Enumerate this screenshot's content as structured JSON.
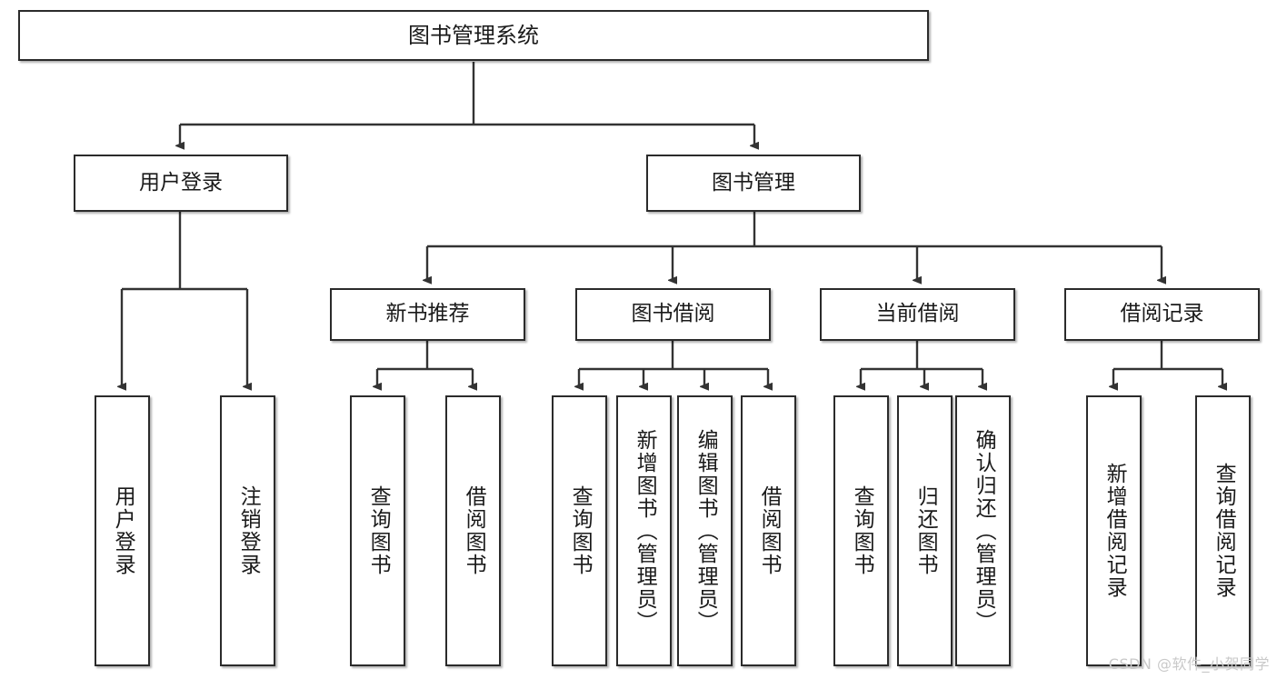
{
  "diagram": {
    "title": "图书管理系统",
    "type": "tree-hierarchy-diagram",
    "watermark": "CSDN @软件_小贺同学",
    "colors": {
      "box_border": "#2b2b2b",
      "box_fill": "#ffffff",
      "connector": "#333333",
      "text": "#1a1a1a",
      "watermark": "#c9c9c9",
      "background": "#ffffff"
    },
    "root": {
      "label": "图书管理系统"
    },
    "level1": [
      {
        "label": "用户登录"
      },
      {
        "label": "图书管理"
      }
    ],
    "level2": [
      {
        "label": "新书推荐"
      },
      {
        "label": "图书借阅"
      },
      {
        "label": "当前借阅"
      },
      {
        "label": "借阅记录"
      }
    ],
    "leaves": {
      "user_login": [
        {
          "label": "用户登录"
        },
        {
          "label": "注销登录"
        }
      ],
      "new_book_recommend": [
        {
          "label": "查询图书"
        },
        {
          "label": "借阅图书"
        }
      ],
      "book_borrow": [
        {
          "label": "查询图书"
        },
        {
          "label": "新增图书（管理员）"
        },
        {
          "label": "编辑图书（管理员）"
        },
        {
          "label": "借阅图书"
        }
      ],
      "current_borrow": [
        {
          "label": "查询图书"
        },
        {
          "label": "归还图书"
        },
        {
          "label": "确认归还（管理员）"
        }
      ],
      "borrow_record": [
        {
          "label": "新增借阅记录"
        },
        {
          "label": "查询借阅记录"
        }
      ]
    }
  }
}
